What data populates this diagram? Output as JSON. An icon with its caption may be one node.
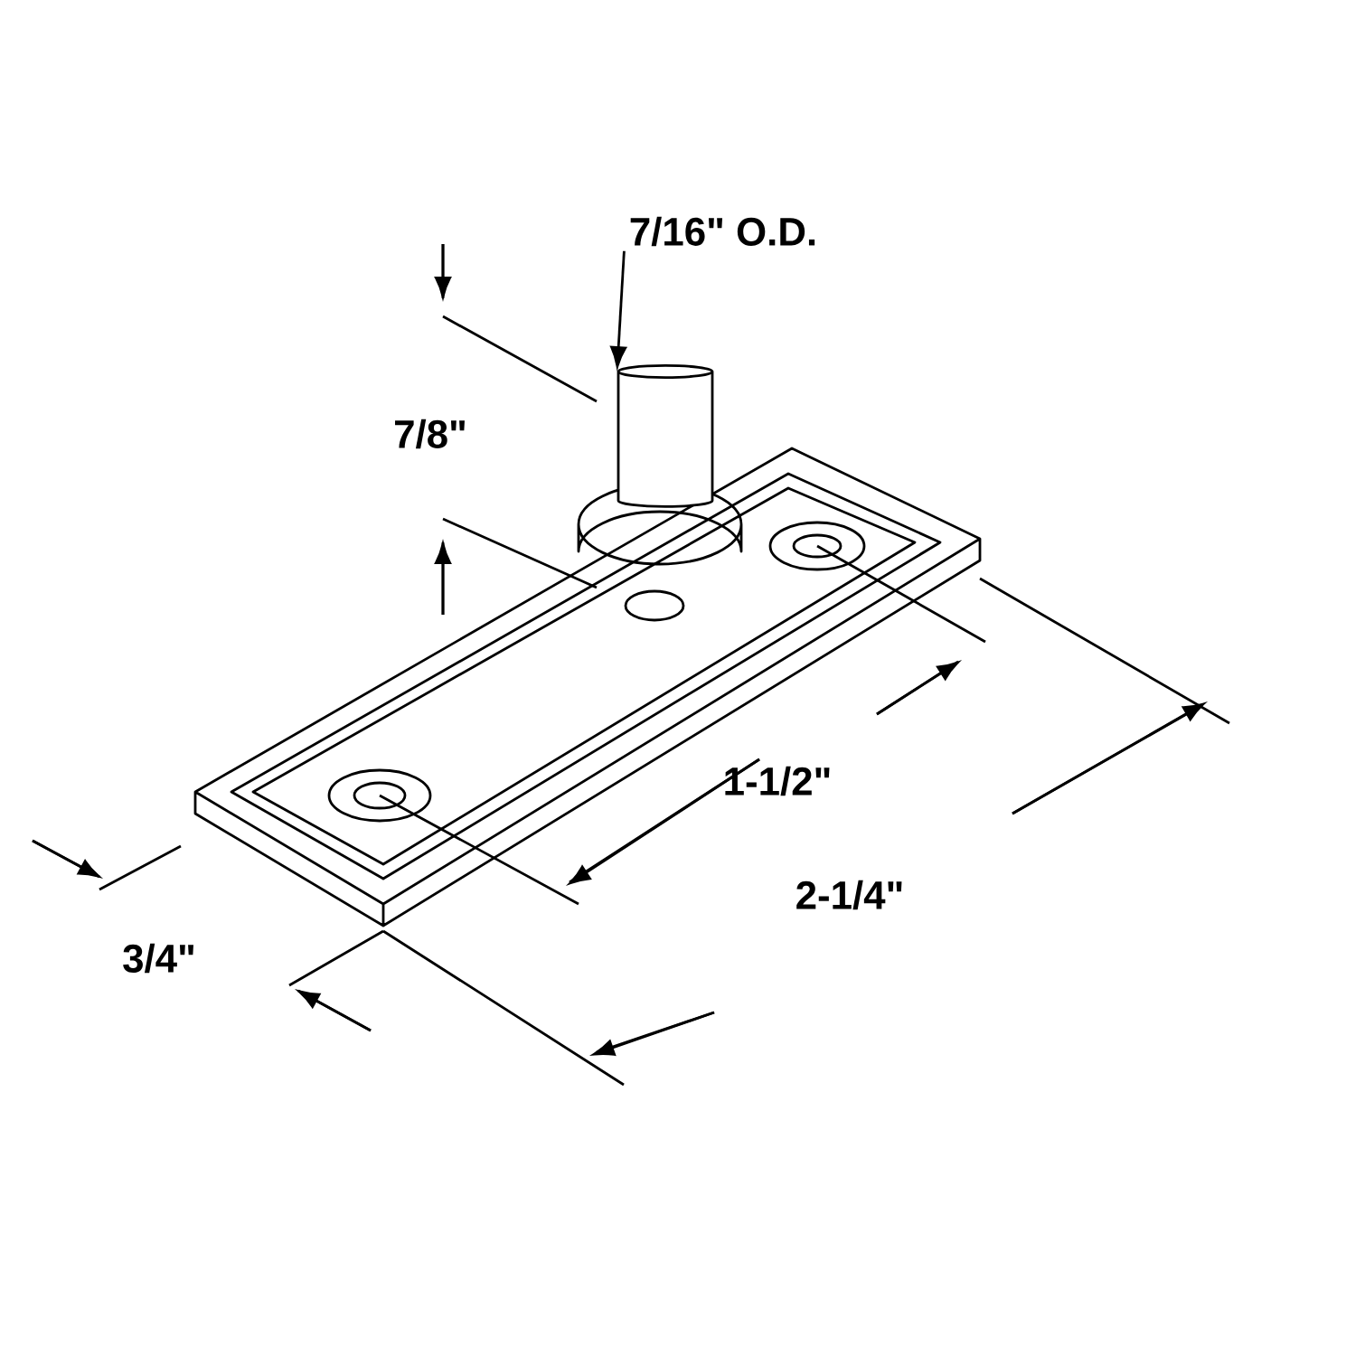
{
  "diagram": {
    "nodes": [
      {
        "text": [
          "7/16\" O.D."
        ]
      },
      {
        "text": [],
        "shape": "cylinder"
      }
    ],
    "edges": [
      {
        "from": 0,
        "to": 1,
        "arrow": "to"
      }
    ],
    "labels": [
      "7/8\"",
      "1-1/2\"",
      "2-1/4\"",
      "3/4\""
    ]
  }
}
